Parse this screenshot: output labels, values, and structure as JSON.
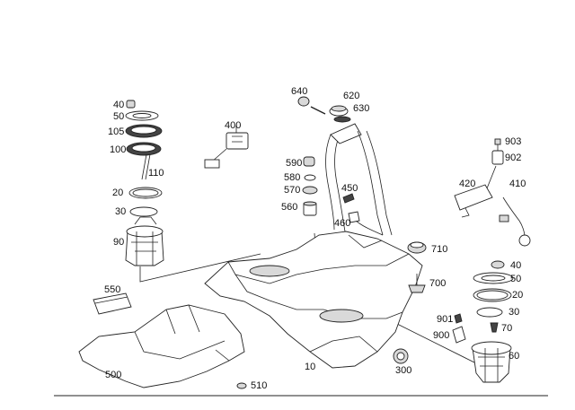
{
  "labels": {
    "p10": "10",
    "p20a": "20",
    "p20b": "20",
    "p30a": "30",
    "p30b": "30",
    "p40a": "40",
    "p40b": "40",
    "p50a": "50",
    "p50b": "50",
    "p60": "60",
    "p70": "70",
    "p90": "90",
    "p100": "100",
    "p105": "105",
    "p110": "110",
    "p300": "300",
    "p400": "400",
    "p410": "410",
    "p420": "420",
    "p450": "450",
    "p460": "460",
    "p500": "500",
    "p510": "510",
    "p550": "550",
    "p560": "560",
    "p570": "570",
    "p580": "580",
    "p590": "590",
    "p620": "620",
    "p630": "630",
    "p640": "640",
    "p700": "700",
    "p710": "710",
    "p900": "900",
    "p901": "901",
    "p902": "902",
    "p903": "903"
  }
}
